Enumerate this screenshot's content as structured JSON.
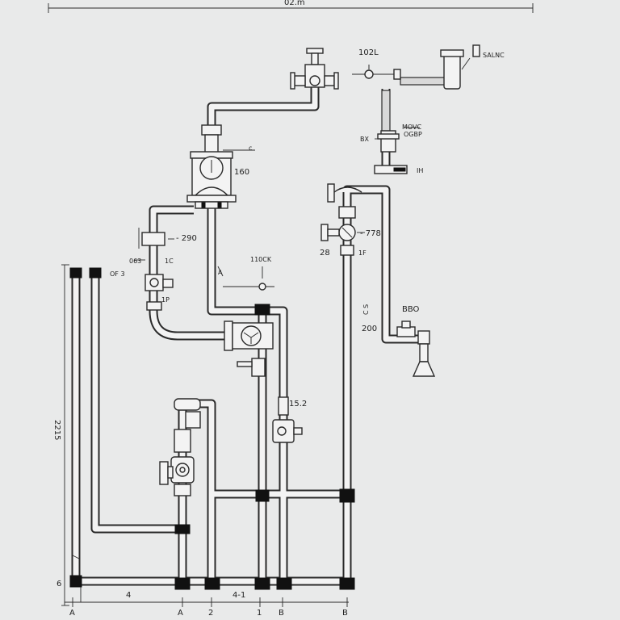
{
  "labels": {
    "top_dimension": "02.m",
    "l_102l": "102L",
    "l_salnc": "SALNC",
    "l_c": "c",
    "l_160": "160",
    "l_bx": "BX",
    "l_movc": "MOVC",
    "l_ogbp": "OGBP",
    "l_ih": "IH",
    "l_290": "- 290",
    "l_063": "063",
    "l_1c": "1C",
    "l_0f3": "OF 3",
    "l_1p": "1P",
    "l_110ck": "110CK",
    "l_a_mark": "A",
    "l_778": "- 778",
    "l_28": "28",
    "l_1f": "1F",
    "l_c_vert": "C S",
    "l_bbo": "BBO",
    "l_200": "200",
    "l_2215": "2215",
    "l_152": "15.2",
    "l_6": "6",
    "l_4": "4",
    "l_41": "4-1"
  },
  "axis_labels": {
    "a1": "A",
    "a2": "A",
    "n2": "2",
    "n1": "1",
    "b1": "B",
    "b2": "B"
  }
}
